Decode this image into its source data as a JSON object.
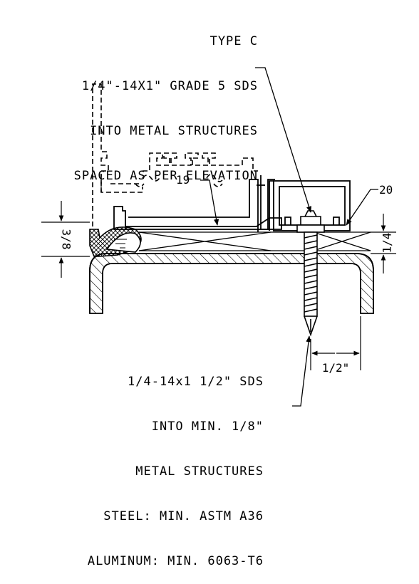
{
  "notes": {
    "top": [
      "TYPE C",
      "1/4\"-14X1\" GRADE 5 SDS",
      "INTO METAL STRUCTURES",
      "SPACED AS PER ELEVATION"
    ],
    "bottom": [
      "1/4-14x1 1/2\" SDS",
      "INTO MIN. 1/8\"",
      "METAL STRUCTURES",
      "STEEL: MIN. ASTM A36",
      "ALUMINUM: MIN. 6063-T6"
    ]
  },
  "callouts": {
    "c19": "19",
    "c20": "20"
  },
  "dimensions": {
    "left": "3/8",
    "right": "1/4",
    "bottom": "1/2\""
  },
  "colors": {
    "line": "#000000",
    "background": "#ffffff"
  }
}
